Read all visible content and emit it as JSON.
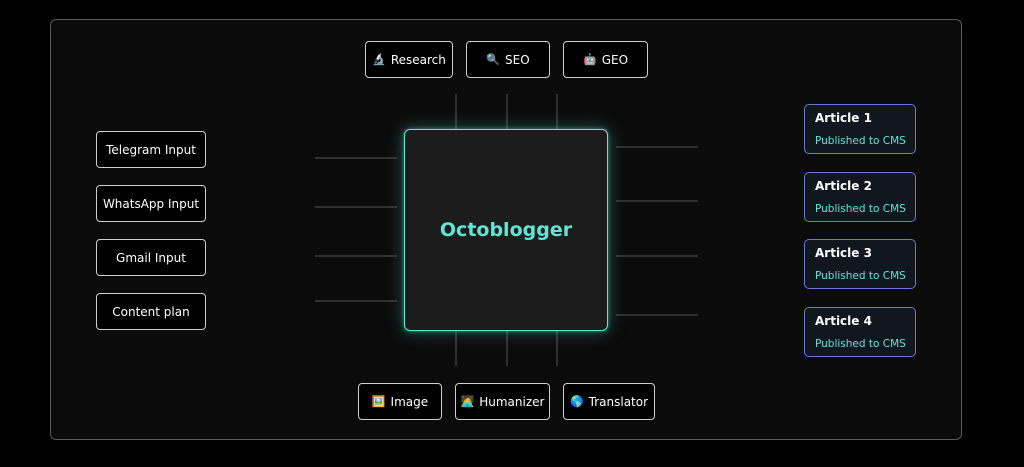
{
  "core": {
    "title": "Octoblogger",
    "accent": "#5ee6d7"
  },
  "top_tools": [
    {
      "icon": "microscope-icon",
      "glyph": "🔬",
      "label": "Research"
    },
    {
      "icon": "magnifier-icon",
      "glyph": "🔍",
      "label": "SEO"
    },
    {
      "icon": "robot-icon",
      "glyph": "🤖",
      "label": "GEO"
    }
  ],
  "bottom_tools": [
    {
      "icon": "picture-icon",
      "glyph": "🖼️",
      "label": "Image"
    },
    {
      "icon": "person-laptop-icon",
      "glyph": "🧑‍💻",
      "label": "Humanizer"
    },
    {
      "icon": "globe-icon",
      "glyph": "🌎",
      "label": "Translator"
    }
  ],
  "inputs": [
    {
      "label": "Telegram Input"
    },
    {
      "label": "WhatsApp Input"
    },
    {
      "label": "Gmail Input"
    },
    {
      "label": "Content plan"
    }
  ],
  "articles": [
    {
      "title": "Article 1",
      "status": "Published to CMS"
    },
    {
      "title": "Article 2",
      "status": "Published to CMS"
    },
    {
      "title": "Article 3",
      "status": "Published to CMS"
    },
    {
      "title": "Article 4",
      "status": "Published to CMS"
    }
  ],
  "colors": {
    "background": "#000000",
    "panel_border": "#5a5a5a",
    "box_border": "#cfcfcf",
    "article_border": "#6b79d6",
    "accent": "#5ee6d7"
  }
}
